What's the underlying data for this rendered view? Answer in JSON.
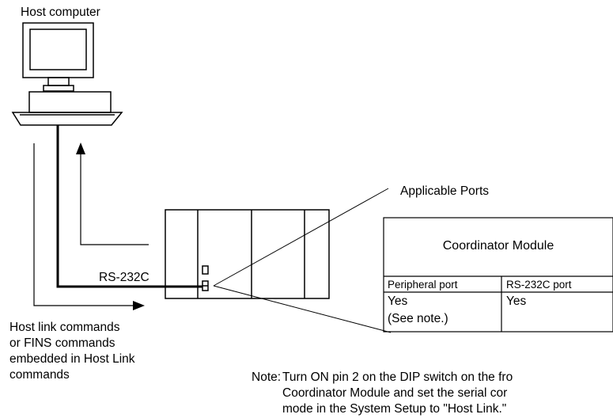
{
  "host_label": "Host computer",
  "applicable_ports_label": "Applicable Ports",
  "connection_label": "RS-232C",
  "commands_text": [
    "Host link commands",
    "or FINS commands",
    "embedded in Host Link",
    "commands"
  ],
  "table": {
    "title": "Coordinator Module",
    "headers": [
      "Peripheral port",
      "RS-232C port"
    ],
    "row": [
      "Yes",
      "Yes"
    ],
    "row_note": "(See note.)"
  },
  "note": {
    "prefix": "Note:",
    "lines": [
      "Turn ON pin 2 on the DIP switch on the fro",
      "Coordinator Module and set the serial cor",
      "mode in the System Setup to \"Host Link.\""
    ]
  }
}
